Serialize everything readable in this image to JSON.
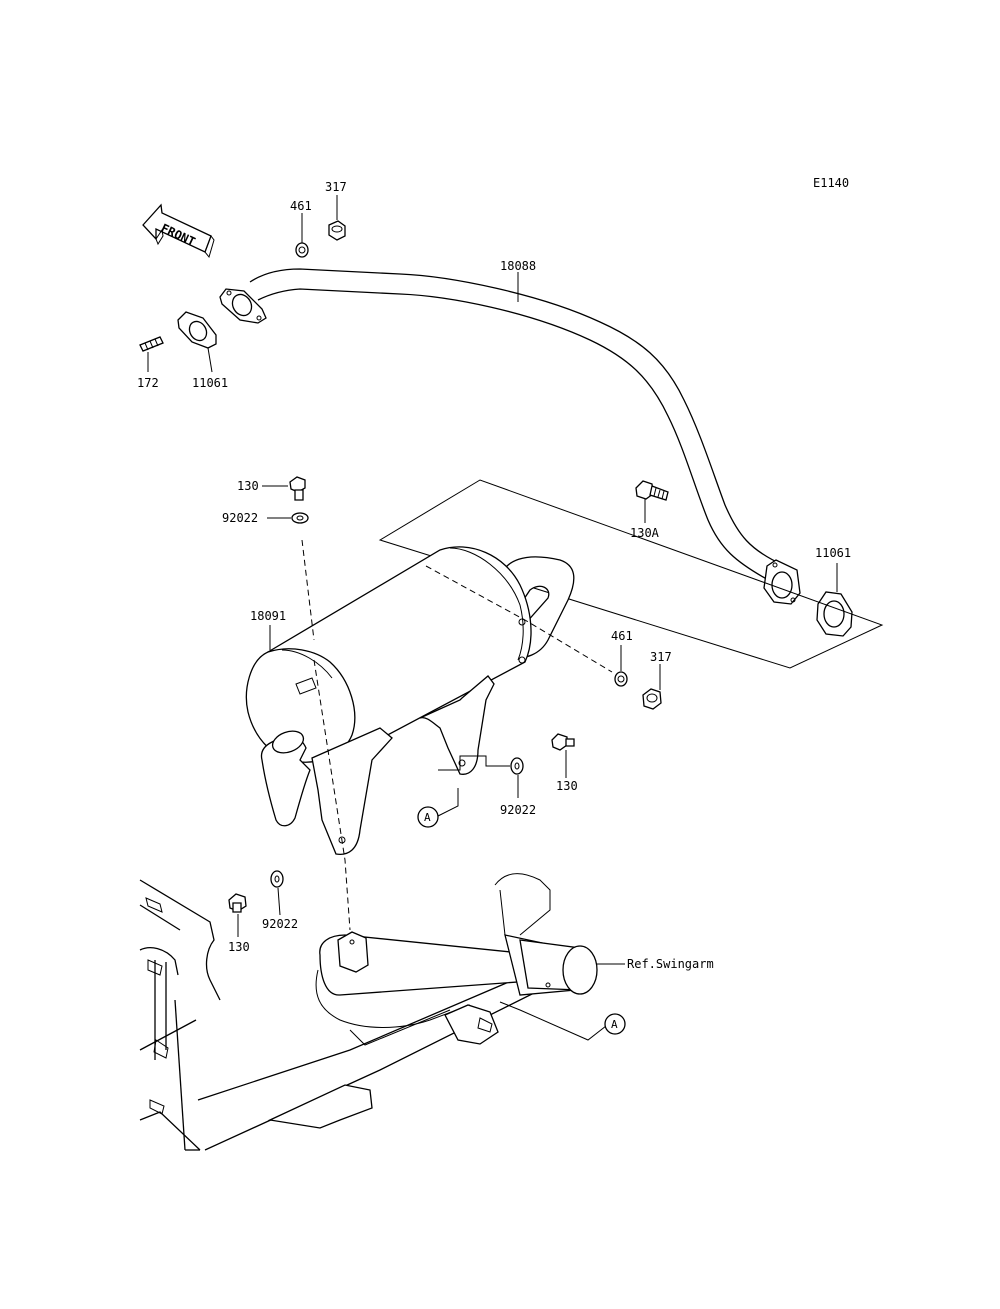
{
  "diagram_code": "E1140",
  "front_label": "FRONT",
  "parts": {
    "nut_317_top": "317",
    "washer_461_top": "461",
    "pipe_18088": "18088",
    "stud_172": "172",
    "gasket_11061_left": "11061",
    "bolt_130_top": "130",
    "washer_92022_top": "92022",
    "muffler_18091": "18091",
    "bolt_130A": "130A",
    "gasket_11061_right": "11061",
    "washer_461_right": "461",
    "nut_317_right": "317",
    "bolt_130_right": "130",
    "washer_92022_right": "92022",
    "washer_92022_bottom": "92022",
    "bolt_130_bottom": "130"
  },
  "reference_label": "Ref.Swingarm",
  "callout_a": "A"
}
